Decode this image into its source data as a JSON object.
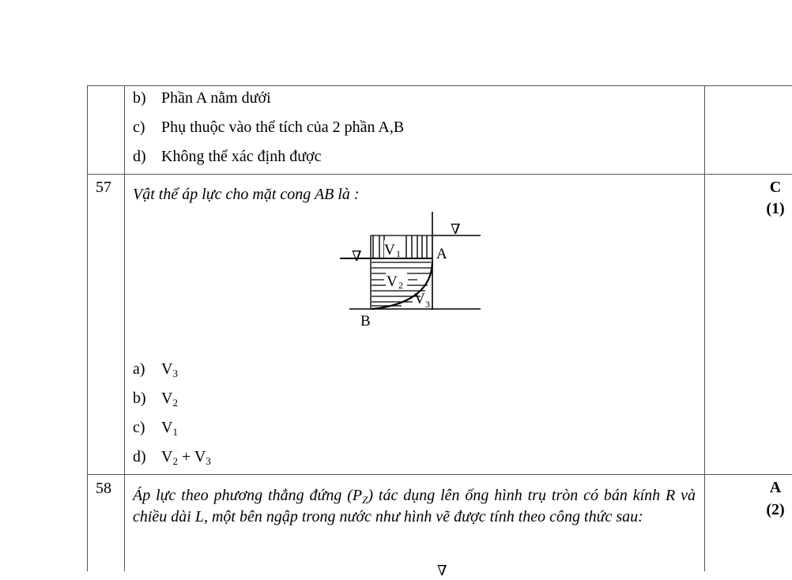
{
  "prev": {
    "options": [
      {
        "letter": "b)",
        "text": "Phần A nằm dưới"
      },
      {
        "letter": "c)",
        "text": "Phụ thuộc vào thể tích của 2 phần A,B"
      },
      {
        "letter": "d)",
        "text": "Không thể xác định được"
      }
    ]
  },
  "q57": {
    "number": "57",
    "question": "Vật thể áp lực cho mặt cong AB là :",
    "answer": "C",
    "points": "(1)",
    "options": [
      {
        "letter": "a)",
        "v": "V",
        "sub": "3",
        "tail": ""
      },
      {
        "letter": "b)",
        "v": "V",
        "sub": "2",
        "tail": ""
      },
      {
        "letter": "c)",
        "v": "V",
        "sub": "1",
        "tail": ""
      },
      {
        "letter": "d)",
        "v": "V",
        "sub": "2",
        "tail": " + V",
        "sub2": "3"
      }
    ],
    "figure": {
      "free_surface_symbol": "∇",
      "label_a": "A",
      "label_b": "B",
      "v1": "V",
      "v1_sub": "1",
      "v2": "V",
      "v2_sub": "2",
      "v3": "V",
      "v3_sub": "3"
    }
  },
  "q58": {
    "number": "58",
    "question_part1": "Áp lực  theo phương thẳng đứng (P",
    "question_sub": "Z",
    "question_part2": ") tác dụng lên  ống hình trụ tròn có bán kính R và  chiều dài L, một bên ngập trong nước như hình vẽ được tính theo công thức sau:",
    "answer": "A",
    "points": "(2)",
    "figure_symbol": "∇"
  }
}
